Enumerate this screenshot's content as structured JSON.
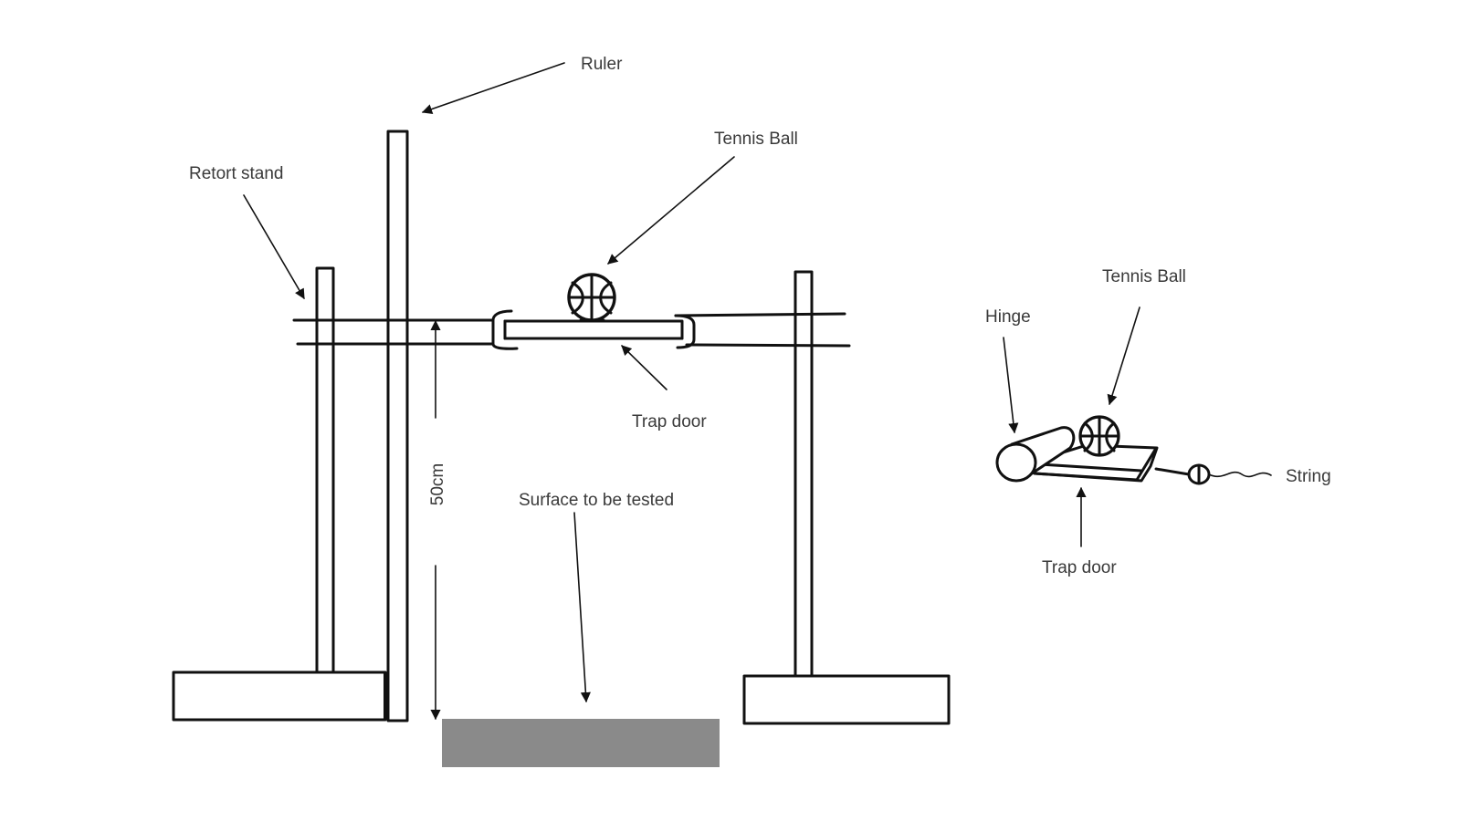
{
  "labels": {
    "ruler": "Ruler",
    "retort_stand": "Retort stand",
    "tennis_ball_main": "Tennis Ball",
    "trap_door_main": "Trap door",
    "height": "50cm",
    "surface": "Surface to be tested",
    "tennis_ball_detail": "Tennis Ball",
    "hinge": "Hinge",
    "string": "String",
    "trap_door_detail": "Trap door"
  },
  "colors": {
    "line": "#111111",
    "text": "#3a3a3a",
    "surface": "#8a8a8a",
    "background": "#ffffff"
  }
}
